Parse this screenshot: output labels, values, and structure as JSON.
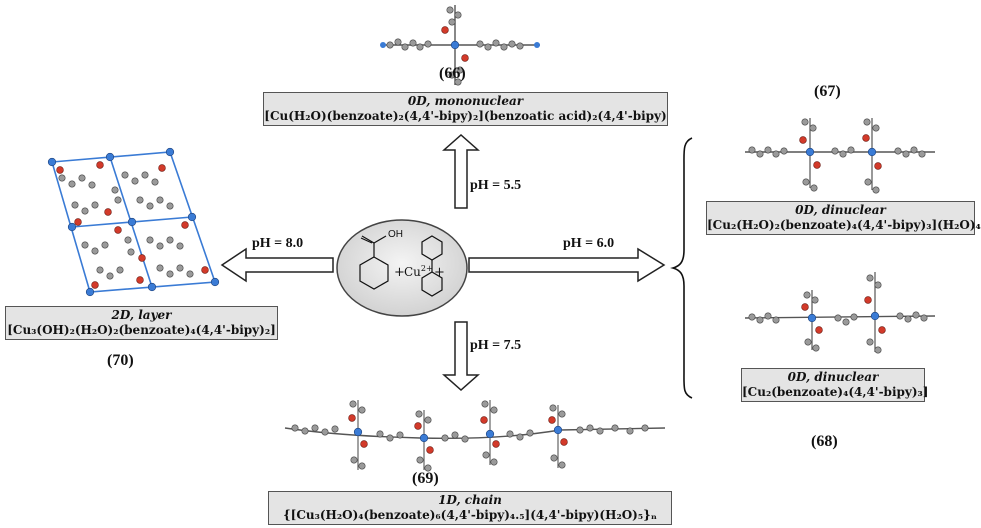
{
  "center": {
    "reactant_oh": "OH",
    "plus": "+",
    "copper": "Cu",
    "copper_charge": "2+"
  },
  "arrows": {
    "up": "pH = 5.5",
    "left": "pH = 8.0",
    "right": "pH = 6.0",
    "down": "pH = 7.5"
  },
  "compounds": [
    {
      "id": "(66)",
      "kind": "0D, mononuclear",
      "formula": "[Cu(H₂O)(benzoate)₂(4,4'-bipy)₂](benzoatic acid)₂(4,4'-bipy)"
    },
    {
      "id": "(67)",
      "kind": "0D, dinuclear",
      "formula": "[Cu₂(H₂O)₂(benzoate)₄(4,4'-bipy)₃](H₂O)₄"
    },
    {
      "id": "(68)",
      "kind": "0D, dinuclear",
      "formula": "[Cu₂(benzoate)₄(4,4'-bipy)₃]"
    },
    {
      "id": "(69)",
      "kind": "1D, chain",
      "formula": "{[Cu₃(H₂O)₄(benzoate)₆(4,4'-bipy)₄.₅](4,4'-bipy)(H₂O)₅}ₙ"
    },
    {
      "id": "(70)",
      "kind": "2D, layer",
      "formula": "[Cu₃(OH)₂(H₂O)₂(benzoate)₄(4,4'-bipy)₂]"
    }
  ]
}
